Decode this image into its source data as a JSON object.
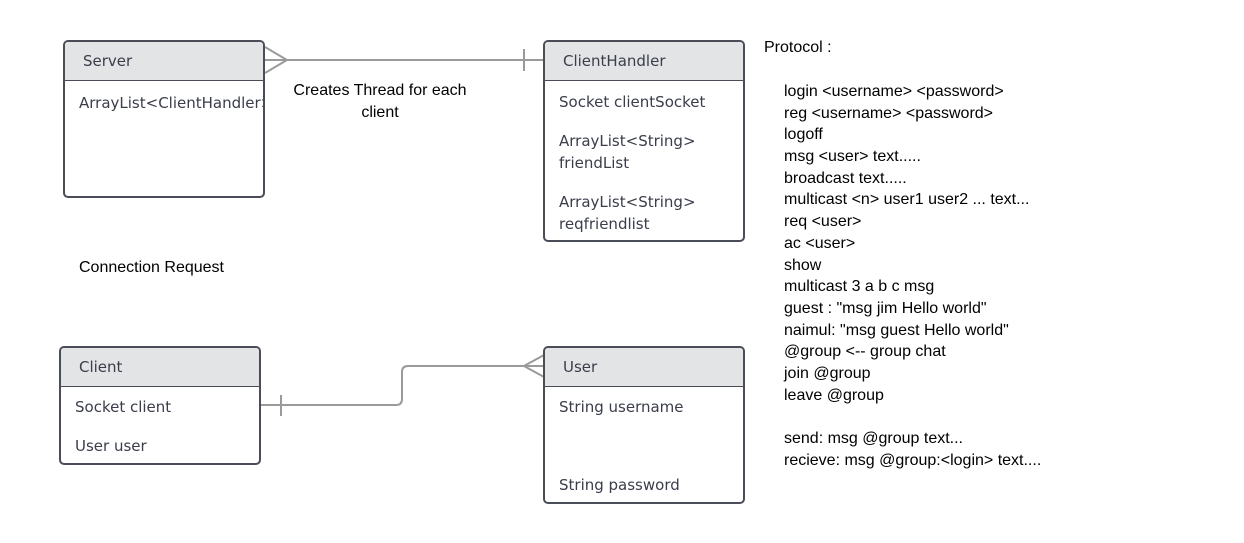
{
  "entities": {
    "server": {
      "title": "Server",
      "fields": [
        "ArrayList<ClientHandler>"
      ]
    },
    "client_handler": {
      "title": "ClientHandler",
      "fields": [
        "Socket clientSocket",
        "ArrayList<String>",
        "friendList",
        "ArrayList<String>",
        "reqfriendlist"
      ]
    },
    "client": {
      "title": "Client",
      "fields": [
        "Socket client",
        "User user"
      ]
    },
    "user": {
      "title": "User",
      "fields": [
        "String username",
        "String password"
      ]
    }
  },
  "labels": {
    "creates_thread_1": "Creates Thread for each",
    "creates_thread_2": "client",
    "connection_request": "Connection Request"
  },
  "protocol": {
    "title": "Protocol :",
    "lines": [
      "login <username> <password>",
      "reg <username> <password>",
      "logoff",
      "msg <user> text.....",
      "broadcast text.....",
      "multicast <n> user1 user2 ... text...",
      "req <user>",
      "ac <user>",
      "show",
      "multicast 3 a b c msg",
      "guest : \"msg jim Hello world\"",
      "naimul: \"msg guest Hello world\"",
      "@group <-- group chat",
      "join @group",
      "leave @group",
      "",
      "send: msg @group text...",
      "recieve: msg @group:<login> text...."
    ]
  },
  "colors": {
    "entity_border": "#4a4d57",
    "header_fill": "#e3e4e6",
    "connector": "#9a9a9a",
    "text": "#3a3d4a"
  }
}
